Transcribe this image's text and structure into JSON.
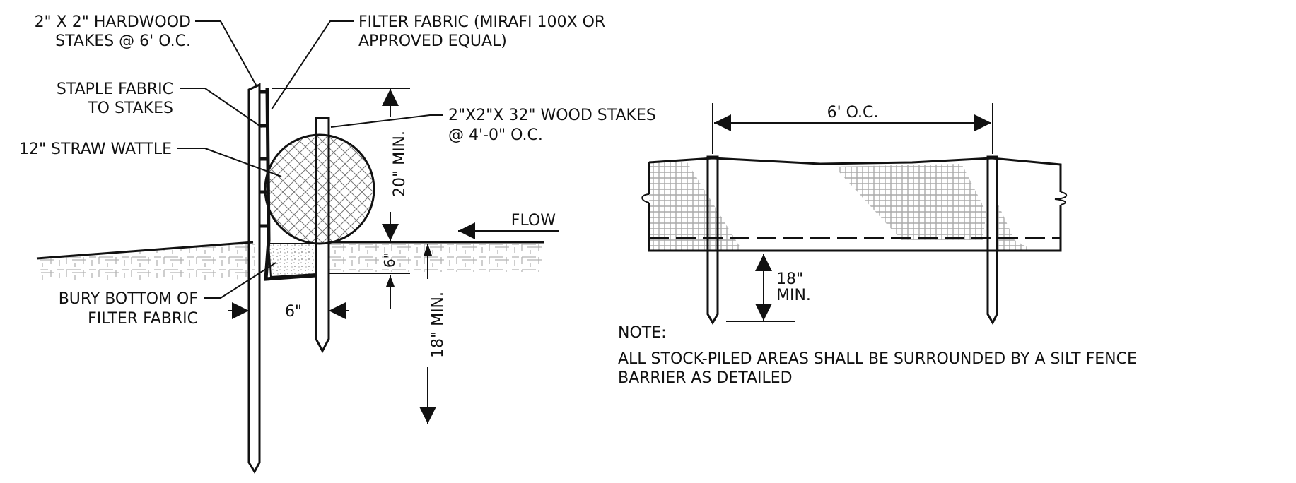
{
  "section_view": {
    "label_hardwood_stakes_line1": "2\" X 2\" HARDWOOD",
    "label_hardwood_stakes_line2": "STAKES @ 6' O.C.",
    "label_filter_fabric_line1": "FILTER FABRIC (MIRAFI 100X OR",
    "label_filter_fabric_line2": "APPROVED EQUAL)",
    "label_staple_line1": "STAPLE FABRIC",
    "label_staple_line2": "TO STAKES",
    "label_wattle": "12\" STRAW WATTLE",
    "label_wood_stakes_line1": "2\"X2\"X 32\" WOOD STAKES",
    "label_wood_stakes_line2": "@ 4'-0\" O.C.",
    "label_flow": "FLOW",
    "dim_20_min": "20\" MIN.",
    "dim_6_vertical": "6\"",
    "dim_6_horizontal": "6\"",
    "dim_18_min": "18\" MIN.",
    "label_bury_line1": "BURY BOTTOM OF",
    "label_bury_line2": "FILTER FABRIC"
  },
  "elevation_view": {
    "dim_6_oc": "6' O.C.",
    "dim_18_line1": "18\"",
    "dim_18_line2": "MIN."
  },
  "note": {
    "heading": "NOTE:",
    "line1": "ALL STOCK-PILED AREAS SHALL BE SURROUNDED BY A SILT FENCE",
    "line2": "BARRIER AS DETAILED"
  }
}
